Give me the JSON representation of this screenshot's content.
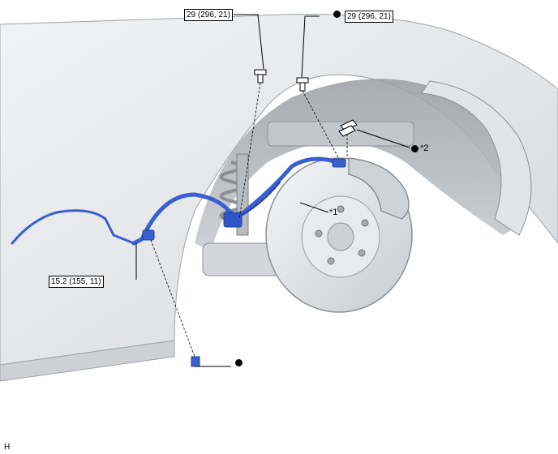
{
  "callouts": {
    "torque_bolt_left": "29 (296, 21)",
    "torque_bolt_right": "29 (296, 21)",
    "torque_union": "15.2 (155, 11)"
  },
  "labels": {
    "part_1": "*1",
    "part_2": "*2"
  },
  "figure_code": "H",
  "colors": {
    "brake_line": "#3a5fd0",
    "brake_line_dark": "#1f3f9e",
    "body_panel": "#e6e8ea",
    "shadow": "#b9bcbf",
    "outline": "#8c9094",
    "leader": "#000000"
  }
}
